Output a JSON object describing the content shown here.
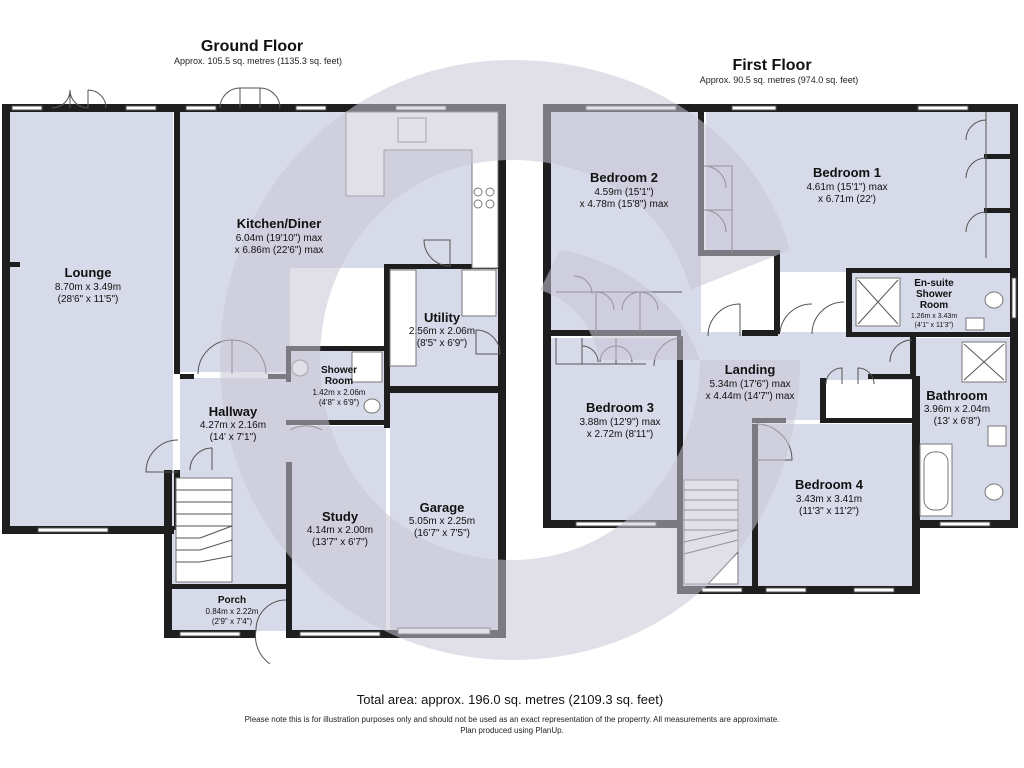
{
  "ground_floor": {
    "title": "Ground Floor",
    "area": "Approx. 105.5 sq. metres (1135.3 sq. feet)",
    "rooms": {
      "lounge": {
        "name": "Lounge",
        "dim1": "8.70m x 3.49m",
        "dim2": "(28'6\" x 11'5\")"
      },
      "kitchen": {
        "name": "Kitchen/Diner",
        "dim1": "6.04m (19'10\") max",
        "dim2": "x 6.86m (22'6\") max"
      },
      "utility": {
        "name": "Utility",
        "dim1": "2.56m x 2.06m",
        "dim2": "(8'5\" x 6'9\")"
      },
      "shower": {
        "name1": "Shower",
        "name2": "Room",
        "dim1": "1.42m x 2.06m",
        "dim2": "(4'8\" x 6'9\")"
      },
      "hallway": {
        "name": "Hallway",
        "dim1": "4.27m x 2.16m",
        "dim2": "(14' x 7'1\")"
      },
      "study": {
        "name": "Study",
        "dim1": "4.14m x 2.00m",
        "dim2": "(13'7\" x 6'7\")"
      },
      "garage": {
        "name": "Garage",
        "dim1": "5.05m x 2.25m",
        "dim2": "(16'7\" x 7'5\")"
      },
      "porch": {
        "name": "Porch",
        "dim1": "0.84m x 2.22m",
        "dim2": "(2'9\" x 7'4\")"
      }
    }
  },
  "first_floor": {
    "title": "First Floor",
    "area": "Approx. 90.5 sq. metres (974.0 sq. feet)",
    "rooms": {
      "bedroom2": {
        "name": "Bedroom 2",
        "dim1": "4.59m (15'1\")",
        "dim2": "x 4.78m (15'8\") max"
      },
      "bedroom1": {
        "name": "Bedroom 1",
        "dim1": "4.61m (15'1\") max",
        "dim2": "x 6.71m (22')"
      },
      "ensuite": {
        "name1": "En-suite",
        "name2": "Shower",
        "name3": "Room",
        "dim1": "1.26m x 3.43m",
        "dim2": "(4'1\" x 11'3\")"
      },
      "landing": {
        "name": "Landing",
        "dim1": "5.34m (17'6\") max",
        "dim2": "x 4.44m (14'7\") max"
      },
      "bedroom3": {
        "name": "Bedroom 3",
        "dim1": "3.88m (12'9\") max",
        "dim2": "x 2.72m (8'11\")"
      },
      "bathroom": {
        "name": "Bathroom",
        "dim1": "3.96m x 2.04m",
        "dim2": "(13' x 6'8\")"
      },
      "bedroom4": {
        "name": "Bedroom 4",
        "dim1": "3.43m x 3.41m",
        "dim2": "(11'3\" x 11'2\")"
      }
    }
  },
  "footer": {
    "total": "Total area: approx. 196.0 sq. metres (2109.3 sq. feet)",
    "disclaimer": "Please note this is for illustration purposes only and should not be used as an exact representation of the properrty. All measurements are approximate.",
    "credit": "Plan produced using PlanUp."
  },
  "colors": {
    "room_fill": "#d7dae9",
    "wall": "#1e1e1e",
    "watermark": "#c9c6d6"
  }
}
